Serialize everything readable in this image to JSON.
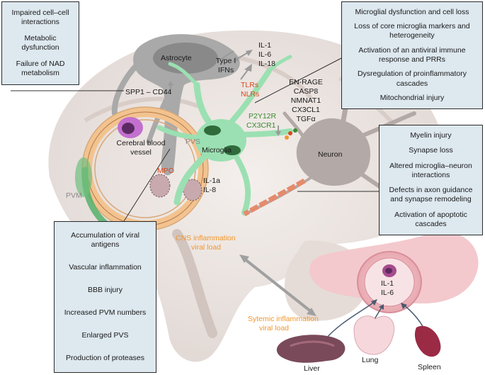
{
  "boxes": {
    "top_left": [
      "Impaired cell–cell interactions",
      "Metabolic dysfunction",
      "Failure of NAD metabolism"
    ],
    "top_right": [
      "Microglial dysfunction and cell loss",
      "Loss of core microglia markers and heterogeneity",
      "Activation of an antiviral immune response and PRRs",
      "Dysregulation of proinflammatory cascades",
      "Mitochondrial injury"
    ],
    "mid_right": [
      "Myelin injury",
      "Synapse loss",
      "Altered microglia–neuron interactions",
      "Defects in axon guidance and synapse remodeling",
      "Activation of apoptotic cascades"
    ],
    "bottom_left": [
      "Accumulation of viral antigens",
      "Vascular inflammation",
      "BBB injury",
      "Increased PVM numbers",
      "Enlarged PVS",
      "Production of proteases"
    ]
  },
  "labels": {
    "astrocyte": "Astrocyte",
    "type1_ifns": "Type I IFNs",
    "il_top": [
      "IL-1",
      "IL-6",
      "IL-18"
    ],
    "spp1": "SPP1 – CD44",
    "tlrs": "TLRs",
    "nlrs": "NLRs",
    "mediators": [
      "EN-RAGE",
      "CASP8",
      "NMNAT1",
      "CX3CL1",
      "TGFα"
    ],
    "p2y12r": "P2Y12R",
    "cx3cr1": "CX3CR1",
    "microglia": "Microglia",
    "neuron": "Neuron",
    "pvs": "PVS",
    "cerebral_vessel": "Cerebral blood vessel",
    "mpo": "MPO",
    "il1a": "IL-1a",
    "il8": "IL-8",
    "pvm": "PVM",
    "cns_inflammation": "CNS inflammation",
    "cns_viral_load": "viral load",
    "systemic_inflammation": "Sytemic inflammation",
    "systemic_viral_load": "viral load",
    "vessel_il1": "IL-1",
    "vessel_il6": "IL-6",
    "liver": "Liver",
    "lung": "Lung",
    "spleen": "Spleen"
  },
  "colors": {
    "box_fill": "#dde8ef",
    "microglia": "#9be0b2",
    "astrocyte": "#a9a9a9",
    "vessel": "#f3c38f",
    "orange_text": "#f0962d",
    "red_text": "#d8491f",
    "green_text": "#3a8a33"
  }
}
